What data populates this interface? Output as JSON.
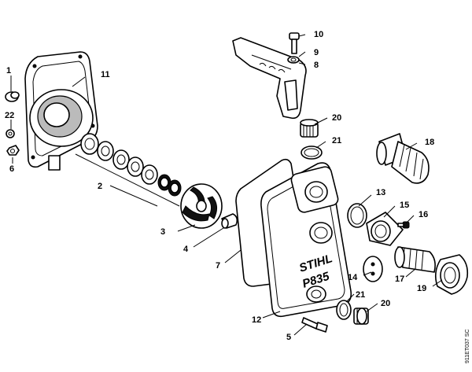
{
  "callouts": {
    "c1": "1",
    "c2": "2",
    "c3": "3",
    "c4": "4",
    "c5": "5",
    "c6": "6",
    "c7": "7",
    "c8": "8",
    "c9": "9",
    "c10": "10",
    "c11": "11",
    "c12": "12",
    "c13": "13",
    "c14": "14",
    "c15": "15",
    "c16": "16",
    "c17": "17",
    "c18": "18",
    "c19": "19",
    "c20a": "20",
    "c20b": "20",
    "c21a": "21",
    "c21b": "21",
    "c22": "22"
  },
  "housing": {
    "brand_top": "STIHL",
    "brand_bottom": "P835"
  },
  "drawing_code": "911ET037 SC"
}
